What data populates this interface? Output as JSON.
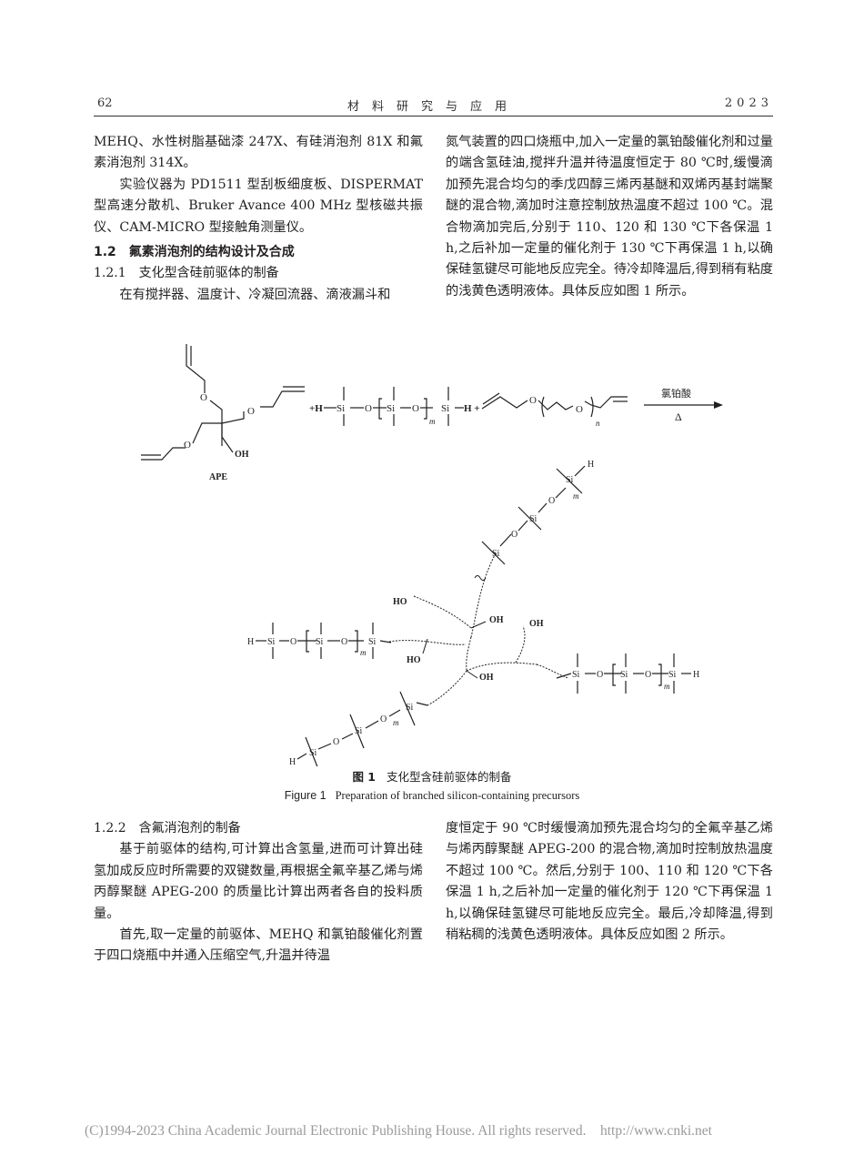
{
  "header": {
    "page_number": "62",
    "journal_title": "材料研究与应用",
    "year": "2023"
  },
  "left_column_top": {
    "p1": "MEHQ、水性树脂基础漆 247X、有硅消泡剂 81X 和氟素消泡剂 314X。",
    "p2": "实验仪器为 PD1511 型刮板细度板、DISPERMAT 型高速分散机、Bruker Avance 400 MHz 型核磁共振仪、CAM-MICRO 型接触角测量仪。",
    "section_heading": "1.2　氟素消泡剂的结构设计及合成",
    "subsection_heading": "1.2.1　支化型含硅前驱体的制备",
    "p3": "在有搅拌器、温度计、冷凝回流器、滴液漏斗和"
  },
  "right_column_top": {
    "p1": "氮气装置的四口烧瓶中,加入一定量的氯铂酸催化剂和过量的端含氢硅油,搅拌升温并待温度恒定于 80 ℃时,缓慢滴加预先混合均匀的季戊四醇三烯丙基醚和双烯丙基封端聚醚的混合物,滴加时注意控制放热温度不超过 100 ℃。混合物滴加完后,分别于 110、120 和 130 ℃下各保温 1 h,之后补加一定量的催化剂于 130 ℃下再保温 1 h,以确保硅氢键尽可能地反应完全。待冷却降温后,得到稍有粘度的浅黄色透明液体。具体反应如图 1 所示。"
  },
  "figure1": {
    "reactant_label": "APE",
    "catalyst": "氯铂酸",
    "condition": "Δ",
    "caption_cn_label": "图 1",
    "caption_cn": "支化型含硅前驱体的制备",
    "caption_en_label": "Figure 1",
    "caption_en": "Preparation of branched silicon-containing precursors",
    "atoms": {
      "si": "Si",
      "o": "O",
      "h": "H",
      "oh": "OH",
      "ho": "HO",
      "m": "m",
      "n": "n",
      "plus": "+"
    }
  },
  "left_column_bottom": {
    "subsection_heading": "1.2.2　含氟消泡剂的制备",
    "p1": "基于前驱体的结构,可计算出含氢量,进而可计算出硅氢加成反应时所需要的双键数量,再根据全氟辛基乙烯与烯丙醇聚醚 APEG-200 的质量比计算出两者各自的投料质量。",
    "p2": "首先,取一定量的前驱体、MEHQ 和氯铂酸催化剂置于四口烧瓶中并通入压缩空气,升温并待温"
  },
  "right_column_bottom": {
    "p1": "度恒定于 90 ℃时缓慢滴加预先混合均匀的全氟辛基乙烯与烯丙醇聚醚 APEG-200 的混合物,滴加时控制放热温度不超过 100 ℃。然后,分别于 100、110 和 120 ℃下各保温 1 h,之后补加一定量的催化剂于 120 ℃下再保温 1 h,以确保硅氢键尽可能地反应完全。最后,冷却降温,得到稍粘稠的浅黄色透明液体。具体反应如图 2 所示。"
  },
  "footer": {
    "copyright": "(C)1994-2023 China Academic Journal Electronic Publishing House. All rights reserved.",
    "url": "http://www.cnki.net"
  }
}
